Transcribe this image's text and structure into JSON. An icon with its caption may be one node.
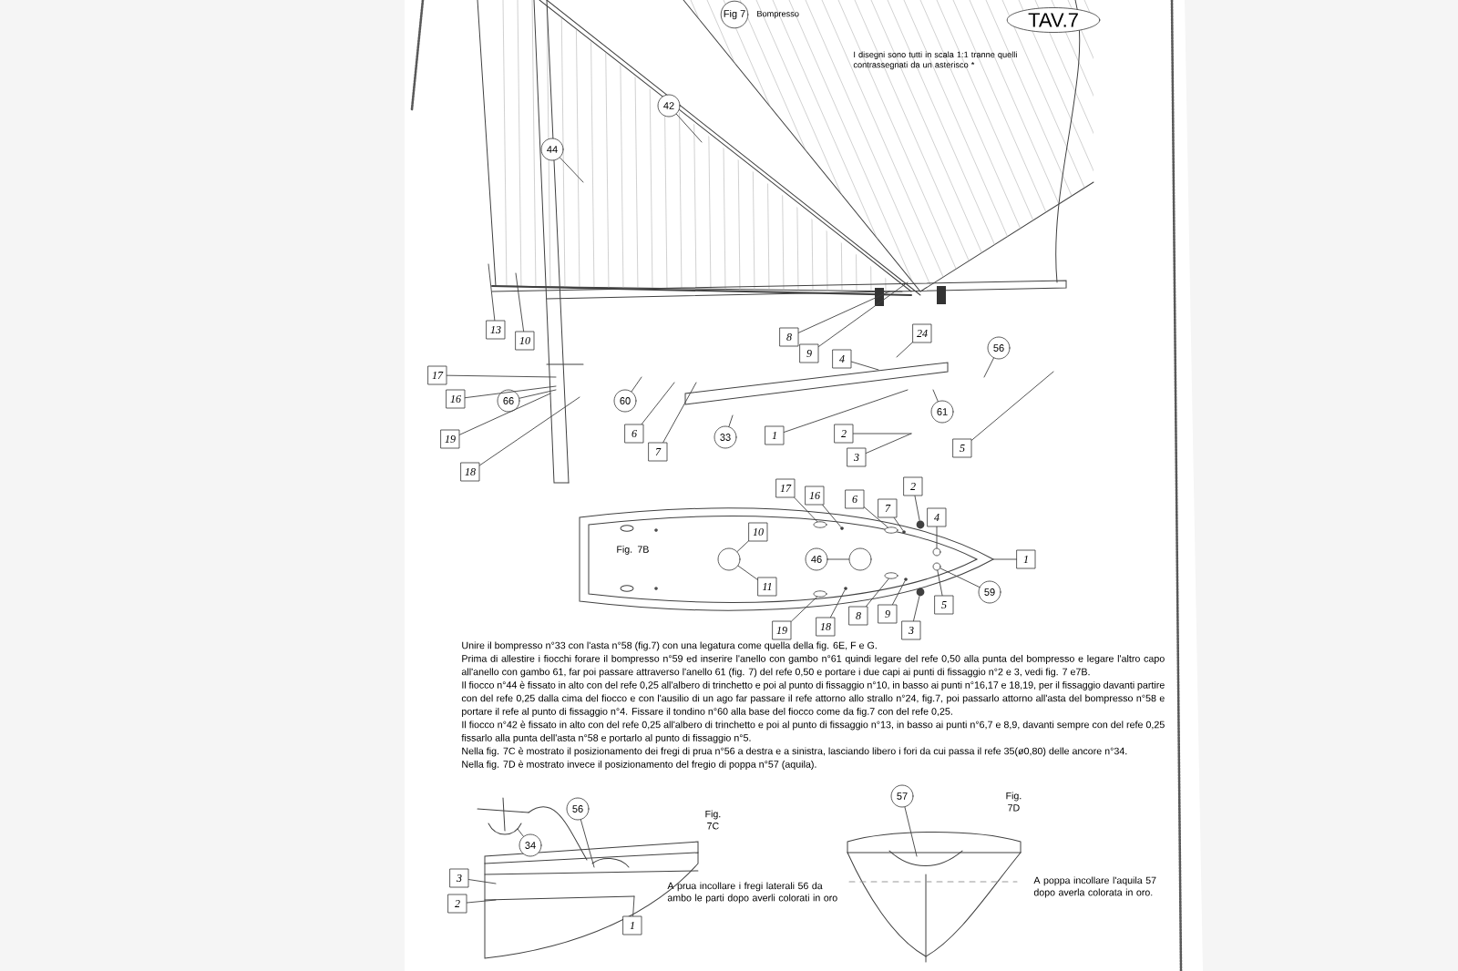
{
  "diagram": {
    "nodes": [
      {
        "text": [
          "TAV.7"
        ]
      },
      {
        "text": [
          "Fig 7"
        ]
      },
      {
        "text": [
          "44"
        ]
      },
      {
        "text": [
          "42"
        ]
      },
      {
        "text": [
          "13"
        ]
      },
      {
        "text": [
          "10"
        ]
      },
      {
        "text": [
          "17"
        ]
      },
      {
        "text": [
          "16"
        ]
      },
      {
        "text": [
          "66"
        ]
      },
      {
        "text": [
          "60"
        ]
      },
      {
        "text": [
          "8"
        ]
      },
      {
        "text": [
          "9"
        ]
      },
      {
        "text": [
          "4"
        ]
      },
      {
        "text": [
          "24"
        ]
      },
      {
        "text": [
          "56"
        ]
      },
      {
        "text": [
          "19"
        ]
      },
      {
        "text": [
          "18"
        ]
      },
      {
        "text": [
          "6"
        ]
      },
      {
        "text": [
          "7"
        ]
      },
      {
        "text": [
          "33"
        ]
      },
      {
        "text": [
          "1"
        ]
      },
      {
        "text": [
          "2"
        ]
      },
      {
        "text": [
          "61"
        ]
      },
      {
        "text": [
          "3"
        ]
      },
      {
        "text": [
          "5"
        ]
      },
      {
        "text": [
          "17"
        ]
      },
      {
        "text": [
          "16"
        ]
      },
      {
        "text": [
          "6"
        ]
      },
      {
        "text": [
          "7"
        ]
      },
      {
        "text": [
          "2"
        ]
      },
      {
        "text": [
          "4"
        ]
      },
      {
        "text": [
          "1"
        ]
      },
      {
        "text": [
          "10"
        ],
        "in": 48
      },
      {
        "text": [
          "11"
        ],
        "in": 48
      },
      {
        "text": [
          "46"
        ],
        "in": 48
      },
      {
        "text": [
          "59"
        ]
      },
      {
        "text": [
          "8"
        ]
      },
      {
        "text": [
          "9"
        ]
      },
      {
        "text": [
          "5"
        ]
      },
      {
        "text": [
          "3"
        ]
      },
      {
        "text": [
          "19"
        ]
      },
      {
        "text": [
          "18"
        ]
      },
      {
        "text": [
          "56"
        ]
      },
      {
        "text": [
          "34"
        ]
      },
      {
        "text": [
          "3"
        ]
      },
      {
        "text": [
          "2"
        ]
      },
      {
        "text": [
          "1"
        ]
      },
      {
        "text": [
          "57"
        ]
      },
      {
        "text": [],
        "shape": "boat"
      },
      {
        "text": [],
        "shape": "ellipse",
        "in": 48
      },
      {
        "text": [],
        "shape": "circle",
        "in": 48
      },
      {
        "text": [],
        "shape": "ellipse",
        "in": 48
      },
      {
        "text": [],
        "shape": "circle",
        "in": 48
      },
      {
        "text": [],
        "shape": "circle",
        "in": 48
      },
      {
        "text": [],
        "shape": "circle",
        "in": 48
      },
      {
        "text": [],
        "shape": "circle",
        "in": 48
      },
      {
        "text": [],
        "shape": "circle",
        "in": 48
      },
      {
        "text": [],
        "shape": "circle",
        "in": 48
      },
      {
        "text": [],
        "shape": "ellipse",
        "in": 48
      },
      {
        "text": [],
        "shape": "circle",
        "in": 48
      },
      {
        "text": [],
        "shape": "circle",
        "in": 48
      },
      {
        "text": [],
        "shape": "ellipse",
        "in": 48
      },
      {
        "text": [],
        "shape": "circle",
        "in": 48
      }
    ],
    "edges": [
      {
        "from": 2,
        "to": null,
        "arrow": "none"
      },
      {
        "from": 3,
        "to": null,
        "arrow": "none"
      },
      {
        "from": 4,
        "to": null,
        "arrow": "none"
      },
      {
        "from": 5,
        "to": null,
        "arrow": "none"
      },
      {
        "from": 6,
        "to": null,
        "arrow": "none"
      },
      {
        "from": 7,
        "to": null,
        "arrow": "none"
      },
      {
        "from": 8,
        "to": null,
        "arrow": "none"
      },
      {
        "from": 9,
        "to": null,
        "arrow": "none"
      },
      {
        "from": 10,
        "to": null,
        "arrow": "none"
      },
      {
        "from": 11,
        "to": null,
        "arrow": "none"
      },
      {
        "from": 12,
        "to": null,
        "arrow": "none"
      },
      {
        "from": 13,
        "to": null,
        "arrow": "none"
      },
      {
        "from": 14,
        "to": null,
        "arrow": "none"
      },
      {
        "from": 15,
        "to": null,
        "arrow": "none"
      },
      {
        "from": 16,
        "to": null,
        "arrow": "none"
      },
      {
        "from": 17,
        "to": null,
        "arrow": "none"
      },
      {
        "from": 18,
        "to": null,
        "arrow": "none"
      },
      {
        "from": 19,
        "to": null,
        "arrow": "none"
      },
      {
        "from": 20,
        "to": null,
        "arrow": "none"
      },
      {
        "from": 21,
        "to": null,
        "arrow": "none"
      },
      {
        "from": 22,
        "to": null,
        "arrow": "none"
      },
      {
        "from": 23,
        "to": null,
        "arrow": "none"
      },
      {
        "from": 24,
        "to": null,
        "arrow": "none"
      },
      {
        "from": 25,
        "to": 49,
        "arrow": "none"
      },
      {
        "from": 26,
        "to": 50,
        "arrow": "none"
      },
      {
        "from": 27,
        "to": 51,
        "arrow": "none"
      },
      {
        "from": 28,
        "to": 52,
        "arrow": "none"
      },
      {
        "from": 29,
        "to": 53,
        "arrow": "none"
      },
      {
        "from": 30,
        "to": 54,
        "arrow": "none"
      },
      {
        "from": 31,
        "to": 48,
        "arrow": "none"
      },
      {
        "from": 32,
        "to": 55,
        "arrow": "none"
      },
      {
        "from": 33,
        "to": 55,
        "arrow": "none"
      },
      {
        "from": 34,
        "to": 56,
        "arrow": "none"
      },
      {
        "from": 35,
        "to": 57,
        "arrow": "none"
      },
      {
        "from": 36,
        "to": 58,
        "arrow": "none"
      },
      {
        "from": 37,
        "to": 59,
        "arrow": "none"
      },
      {
        "from": 38,
        "to": 57,
        "arrow": "none"
      },
      {
        "from": 39,
        "to": 60,
        "arrow": "none"
      },
      {
        "from": 40,
        "to": 61,
        "arrow": "none"
      },
      {
        "from": 41,
        "to": 62,
        "arrow": "none"
      },
      {
        "from": 42,
        "to": null,
        "arrow": "none"
      },
      {
        "from": 43,
        "to": null,
        "arrow": "none"
      },
      {
        "from": 44,
        "to": null,
        "arrow": "none"
      },
      {
        "from": 45,
        "to": null,
        "arrow": "none"
      },
      {
        "from": 46,
        "to": null,
        "arrow": "none"
      },
      {
        "from": 47,
        "to": null,
        "arrow": "none"
      }
    ],
    "labels": [
      "Bompresso",
      "I disegni sono tutti in scala 1:1 tranne quelli contrassegnati da un asterisco *",
      "Fig. 7B",
      "Unire il bompresso n°33 con l'asta n°58 (fig.7) con una legatura come quella della fig. 6E, F e G.",
      "Prima di allestire i fiocchi forare il bompresso n°59 ed inserire l'anello con gambo n°61 quindi legare del refe 0,50 alla punta del bompresso e legare l'altro capo all'anello con gambo 61, far poi passare attraverso l'anello 61 (fig. 7) del refe 0,50 e portare i due capi ai punti di fissaggio n°2 e 3, vedi fig. 7 e7B.",
      "Il fiocco n°44 è fissato in alto con del refe 0,25 all'albero di trinchetto e poi al punto di fissaggio n°10, in basso ai punti n°16,17 e 18,19, per il fissaggio davanti partire con del refe 0,25 dalla cima del fiocco e con l'ausilio di un ago far passare il refe attorno allo strallo n°24, fig.7, poi passarlo attorno all'asta del bompresso n°58 e portare il refe al punto di fissaggio n°4. Fissare il tondino n°60 alla base del fiocco come da fig.7 con del refe 0,25.",
      "Il fiocco n°42 è fissato in alto con del refe 0,25 all'albero di trinchetto e poi al punto di fissaggio n°13, in basso ai punti n°6,7 e 8,9, davanti sempre con del refe 0,25 fissarlo alla punta dell'asta n°58 e portarlo al punto di fissaggio n°5.",
      "Nella fig. 7C è mostrato il posizionamento dei fregi di prua n°56 a destra e a sinistra, lasciando libero i fori da cui passa il refe 35(ø0,80) delle ancore n°34.",
      "Nella fig. 7D è mostrato invece il posizionamento del fregio di poppa n°57 (aquila).",
      "Fig. 7C",
      "A prua incollare i fregi laterali 56 da ambo le parti dopo averli colorati in oro",
      "Fig. 7D",
      "A poppa incollare l'aquila 57 dopo averla colorata in oro."
    ]
  }
}
